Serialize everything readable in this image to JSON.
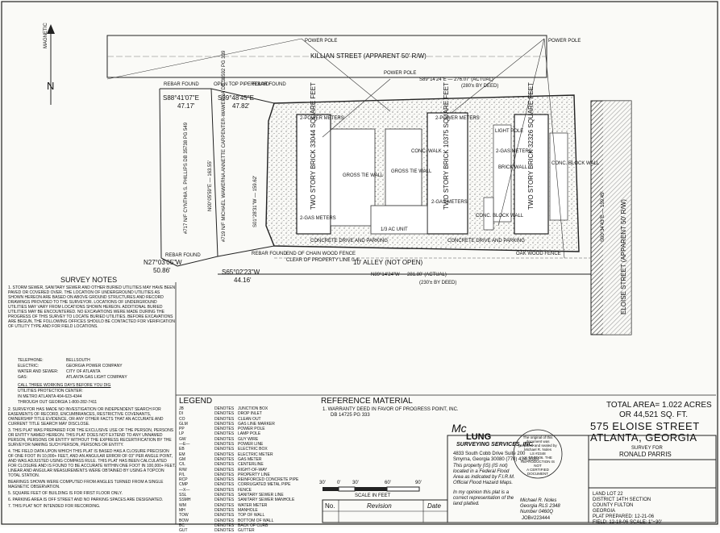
{
  "street_top": "KILLIAN STREET (APPARENT 50' R/W)",
  "alley": "10' ALLEY (NOT OPEN)",
  "street_right": "ELOISE STREET (APPARENT 50' R/W)",
  "magnetic": "MAGNETIC",
  "north": "N",
  "bearings": {
    "top": "S89°14'24\"E — 276.07' (ACTUAL)",
    "top_deed": "(280'± BY DEED)",
    "bottom": "N89°14'24\"W — 281.80' (ACTUAL)",
    "bottom_deed": "(230'± BY DEED)",
    "left_top_a": "S88°41'07\"E",
    "left_top_a_dist": "47.17'",
    "left_top_b": "S39°48'45\"E",
    "left_top_b_dist": "47.82'",
    "left_side": "N00°05'59\"E — 163.55'",
    "mid_line": "S01°28'31\"W — 159.62'",
    "left_bottom_a": "N27°03'05\"W",
    "left_bottom_a_dist": "50.86'",
    "left_bottom_b": "S65°02'23\"W",
    "left_bottom_b_dist": "44.16'",
    "right_side": "S00°34'43\"E — 159.45'"
  },
  "neighbors": {
    "a": "#717 N/F CYNTHIA S. PHILLIPS DB 35738 PG 549",
    "b": "#719 N/F MICHAEL WAWERNA ANNETTE CARPENTER-WAWERNA DB 38592 PG 339"
  },
  "buildings": {
    "left": "TWO STORY BRICK 33044 SQUARE FEET",
    "middle": "TWO STORY BRICK 10375 SQUARE FEET",
    "right": "TWO STORY BRICK 32326 SQUARE FEET"
  },
  "small_labels": {
    "power_meters": "2-POWER METERS",
    "gas_meters": "2-GAS METERS",
    "conc_walk": "CONC. WALK",
    "gross_tie_wall": "GROSS TIE WALL",
    "light_pole": "LIGHT POLE",
    "brick_wall": "BRICK WALL",
    "conc_block_wall": "CONC. BLOCK WALL",
    "power_pole": "POWER POLE",
    "rebar_found": "REBAR FOUND",
    "otp": "OPEN TOP PIPE FOUND",
    "wood_fence": "END OF CHAIN WOOD FENCE",
    "clear_line": "CLEAR OF PROPERTY LINE 0.4'",
    "concrete_drive": "CONCRETE DRIVE AND PARKING",
    "one_third": "1/3 AC UNIT",
    "oak_wood_fence": "OAK WOOD FENCE"
  },
  "survey_notes": {
    "title": "SURVEY NOTES",
    "notes": [
      "1. STORM SEWER, SANITARY SEWER AND OTHER BURIED UTILITIES MAY HAVE BEEN PAVED OR COVERED OVER. THE LOCATION OF UNDERGROUND UTILITIES AS SHOWN HEREON ARE BASED ON ABOVE GROUND STRUCTURES AND RECORD DRAWINGS PROVIDED TO THE SURVEYOR. LOCATIONS OF UNDERGROUND UTILITIES MAY VARY FROM LOCATIONS SHOWN HEREON. ADDITIONAL BURIED UTILITIES MAY BE ENCOUNTERED. NO EXCAVATIONS WERE MADE DURING THE PROGRESS OF THIS SURVEY TO LOCATE BURIED UTILITIES. BEFORE EXCAVATIONS ARE BEGUN, THE FOLLOWING OFFICES SHOULD BE CONTACTED FOR VERIFICATION OF UTILITY TYPE AND FOR FIELD LOCATIONS."
    ],
    "notes2": [
      "2. SURVEYOR HAS MADE NO INVESTIGATION OR INDEPENDENT SEARCH FOR EASEMENTS OF RECORD, ENCUMBRANCES, RESTRICTIVE COVENANTS, OWNERSHIP TITLE EVIDENCE, OR ANY OTHER FACTS THAT AN ACCURATE AND CURRENT TITLE SEARCH MAY DISCLOSE.",
      "3. THIS PLAT WAS PREPARED FOR THE EXCLUSIVE USE OF THE PERSON, PERSONS OR ENTITY NAMED HEREON. THIS PLAT DOES NOT EXTEND TO ANY UNNAMED PERSON, PERSONS OR ENTITY WITHOUT THE EXPRESS RECERTIFICATION BY THE SURVEYOR NAMING SUCH PERSON, PERSONS OR ENTITY.",
      "4. THE FIELD DATA UPON WHICH THIS PLAT IS BASED HAS A CLOSURE PRECISION OF ONE FOOT IN 10,000+ FEET, AND AN ANGULAR ERROR OF 03\" PER ANGLE POINT, AND WAS ADJUSTED USING COMPASS RULE. THIS PLAT HAS BEEN CALCULATED FOR CLOSURE AND IS FOUND TO BE ACCURATE WITHIN ONE FOOT IN 100,000+ FEET. LINEAR AND ANGULAR MEASUREMENTS WERE OBTAINED BY USING A TOPCON TOTAL STATION.",
      "BEARINGS SHOWN WERE COMPUTED FROM ANGLES TURNED FROM A SINGLE MAGNETIC OBSERVATION.",
      "5. SQUARE FEET OF BUILDING IS FOR FIRST FLOOR ONLY.",
      "6. PARKING AREA IS OFF STREET AND NO PARKING SPACES ARE DESIGNATED.",
      "7. THIS PLAT NOT INTENDED FOR RECORDING."
    ]
  },
  "utilities": [
    {
      "k": "TELEPHONE:",
      "v": "BELLSOUTH"
    },
    {
      "k": "ELECTRIC:",
      "v": "GEORGIA POWER COMPANY"
    },
    {
      "k": "WATER AND SEWER:",
      "v": "CITY OF ATLANTA"
    },
    {
      "k": "GAS:",
      "v": "ATLANTA GAS LIGHT COMPANY"
    }
  ],
  "call_before": "CALL THREE WORKING DAYS BEFORE YOU DIG",
  "call_center": "UTILITIES PROTECTION CENTER:",
  "call_metro": "IN METRO ATLANTA    404-623-4344",
  "call_ga": "THROUGH OUT GEORGIA    1-800-282-7411",
  "legend": {
    "title": "LEGEND",
    "rows": [
      [
        "JB",
        "DENOTES",
        "JUNCTION BOX"
      ],
      [
        "DI",
        "DENOTES",
        "DROP INLET"
      ],
      [
        "CO",
        "DENOTES",
        "CLEAN OUT"
      ],
      [
        "GLM",
        "DENOTES",
        "GAS LINE MARKER"
      ],
      [
        "PP",
        "DENOTES",
        "POWER POLE"
      ],
      [
        "LP",
        "DENOTES",
        "LAMP POLE"
      ],
      [
        "GW",
        "DENOTES",
        "GUY WIRE"
      ],
      [
        "—E—",
        "DENOTES",
        "POWER LINE"
      ],
      [
        "EB",
        "DENOTES",
        "ELECTRIC BOX"
      ],
      [
        "EM",
        "DENOTES",
        "ELECTRIC METER"
      ],
      [
        "GM",
        "DENOTES",
        "GAS METER"
      ],
      [
        "C/L",
        "DENOTES",
        "CENTERLINE"
      ],
      [
        "R/W",
        "DENOTES",
        "RIGHT-OF-WAY"
      ],
      [
        "P/L",
        "DENOTES",
        "PROPERTY LINE"
      ],
      [
        "RCP",
        "DENOTES",
        "REINFORCED CONCRETE PIPE"
      ],
      [
        "CMP",
        "DENOTES",
        "CORRUGATED METAL PIPE"
      ],
      [
        "—X—",
        "DENOTES",
        "FENCE"
      ],
      [
        "SSL",
        "DENOTES",
        "SANITARY SEWER LINE"
      ],
      [
        "SSMH",
        "DENOTES",
        "SANITARY SEWER MANHOLE"
      ],
      [
        "WM",
        "DENOTES",
        "WATER METER"
      ],
      [
        "MH",
        "DENOTES",
        "MANHOLE"
      ],
      [
        "TOW",
        "DENOTES",
        "TOP OF WALL"
      ],
      [
        "BOW",
        "DENOTES",
        "BOTTOM OF WALL"
      ],
      [
        "BC",
        "DENOTES",
        "BACK OF CURB"
      ],
      [
        "GUT",
        "DENOTES",
        "GUTTER"
      ]
    ]
  },
  "reference": {
    "title": "REFERENCE MATERIAL",
    "line1": "1. WARRANTY DEED IN FAVOR OF PROGRESS POINT, INC.",
    "line2": "DB 14725 PG 333"
  },
  "area": {
    "line1": "TOTAL AREA= 1.022 ACRES",
    "line2": "OR 44,521 SQ. FT."
  },
  "address": {
    "line1": "575 ELOISE STREET",
    "line2": "ATLANTA, GEORGIA"
  },
  "survey_for": {
    "label": "SURVEY FOR",
    "name": "RONALD PARRIS"
  },
  "company": {
    "name1": "Mc",
    "name2": "LUNG",
    "name3": "SURVEYING SERVICES, INC.",
    "addr1": "4833 South Cobb Drive Suite 200",
    "addr2": "Smyrna, Georgia 30080 (770) 434-3383",
    "flood1": "This property (IS) (IS not)",
    "flood2": "located in a Federal Flood",
    "flood3": "Area as indicated by F.I.R.M.",
    "flood4": "Official Flood Hazard Maps.",
    "opinion1": "In my opinion this plat is a",
    "opinion2": "correct representation of the",
    "opinion3": "land platted.",
    "surveyor1": "Michael R. Noles",
    "surveyor2": "Georgia RLS 2348",
    "surveyor3": "Number 0460Q",
    "job": "JOB#223444",
    "seal1": "The original of this document was",
    "seal2": "prepared and sealed by",
    "seal3": "Michael R. Noles",
    "seal4": "LS #2348",
    "seal5": "on 12-21-06. THE",
    "seal6": "REPRODUCTION IS NOT",
    "seal7": "A CERTIFIED",
    "seal8": "DOCUMENT"
  },
  "land": {
    "lot": "LAND LOT 22",
    "district": "DISTRICT  14TH        SECTION",
    "county": "COUNTY  FULTON",
    "state": "GEORGIA",
    "plat": "PLAT PREPARED: 12-21-06",
    "field": "FIELD: 12-18-06   SCALE: 1\"=30'"
  },
  "scale_ticks": [
    "30'",
    "0'",
    "30'",
    "60'",
    "90'"
  ],
  "scale_label": "SCALE IN FEET",
  "revision_no": "No.",
  "revision": "Revision",
  "revision_date": "Date"
}
